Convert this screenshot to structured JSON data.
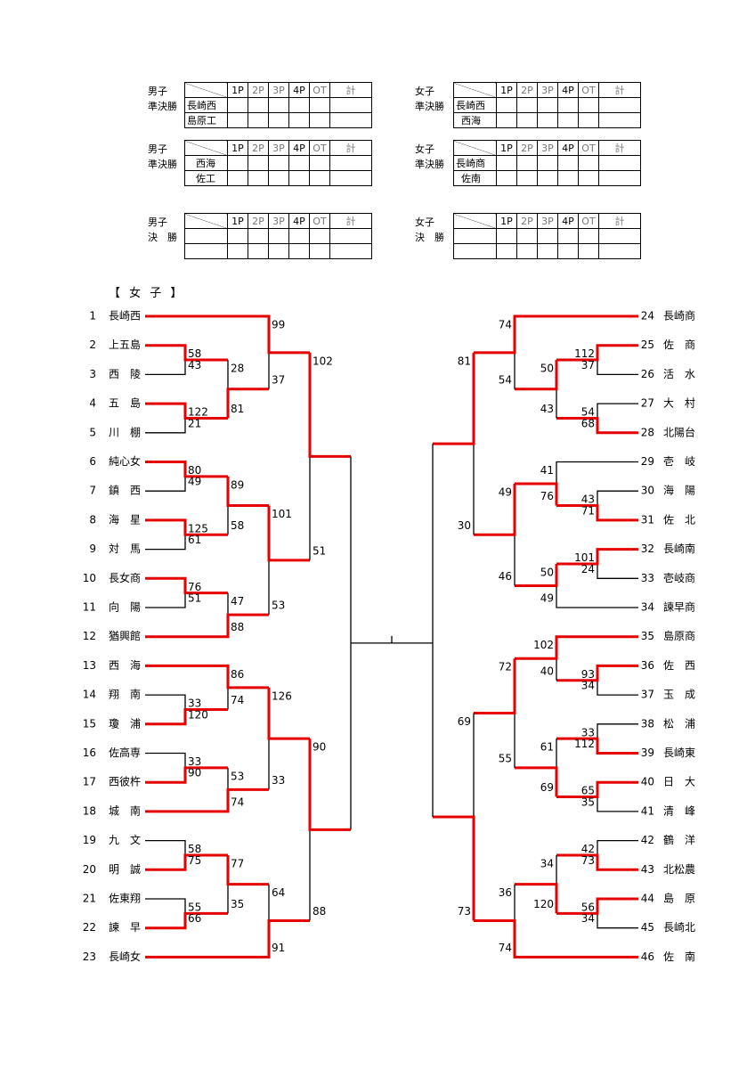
{
  "score_tables": [
    {
      "label_line1": "男子",
      "label_line2": "準決勝",
      "teams": [
        "長崎西",
        "島原工"
      ]
    },
    {
      "label_line1": "女子",
      "label_line2": "準決勝",
      "teams": [
        "長崎西",
        "西海"
      ]
    },
    {
      "label_line1": "男子",
      "label_line2": "準決勝",
      "teams": [
        "西海",
        "佐工"
      ]
    },
    {
      "label_line1": "女子",
      "label_line2": "準決勝",
      "teams": [
        "長崎商",
        "佐南"
      ]
    },
    {
      "label_line1": "男子",
      "label_line2": "決　勝",
      "teams": [
        "",
        ""
      ]
    },
    {
      "label_line1": "女子",
      "label_line2": "決　勝",
      "teams": [
        "",
        ""
      ]
    }
  ],
  "score_headers": [
    "1P",
    "2P",
    "3P",
    "4P",
    "OT",
    "計"
  ],
  "heading": "【 女 子 】",
  "colors": {
    "win": "#e60000",
    "lose": "#000000"
  },
  "left_teams": [
    {
      "no": "1",
      "name": "長崎西"
    },
    {
      "no": "2",
      "name": "上五島"
    },
    {
      "no": "3",
      "name": "西　陵"
    },
    {
      "no": "4",
      "name": "五　島"
    },
    {
      "no": "5",
      "name": "川　棚"
    },
    {
      "no": "6",
      "name": "純心女"
    },
    {
      "no": "7",
      "name": "鎮　西"
    },
    {
      "no": "8",
      "name": "海　星"
    },
    {
      "no": "9",
      "name": "対　馬"
    },
    {
      "no": "10",
      "name": "長女商"
    },
    {
      "no": "11",
      "name": "向　陽"
    },
    {
      "no": "12",
      "name": "猶興館"
    },
    {
      "no": "13",
      "name": "西　海"
    },
    {
      "no": "14",
      "name": "翔　南"
    },
    {
      "no": "15",
      "name": "瓊　浦"
    },
    {
      "no": "16",
      "name": "佐高専"
    },
    {
      "no": "17",
      "name": "西彼杵"
    },
    {
      "no": "18",
      "name": "城　南"
    },
    {
      "no": "19",
      "name": "九　文"
    },
    {
      "no": "20",
      "name": "明　誠"
    },
    {
      "no": "21",
      "name": "佐東翔"
    },
    {
      "no": "22",
      "name": "諫　早"
    },
    {
      "no": "23",
      "name": "長崎女"
    }
  ],
  "right_teams": [
    {
      "no": "24",
      "name": "長崎商"
    },
    {
      "no": "25",
      "name": "佐　商"
    },
    {
      "no": "26",
      "name": "活　水"
    },
    {
      "no": "27",
      "name": "大　村"
    },
    {
      "no": "28",
      "name": "北陽台"
    },
    {
      "no": "29",
      "name": "壱　岐"
    },
    {
      "no": "30",
      "name": "海　陽"
    },
    {
      "no": "31",
      "name": "佐　北"
    },
    {
      "no": "32",
      "name": "長崎南"
    },
    {
      "no": "33",
      "name": "壱岐商"
    },
    {
      "no": "34",
      "name": "諫早商"
    },
    {
      "no": "35",
      "name": "島原商"
    },
    {
      "no": "36",
      "name": "佐　西"
    },
    {
      "no": "37",
      "name": "玉　成"
    },
    {
      "no": "38",
      "name": "松　浦"
    },
    {
      "no": "39",
      "name": "長崎東"
    },
    {
      "no": "40",
      "name": "日　大"
    },
    {
      "no": "41",
      "name": "清　峰"
    },
    {
      "no": "42",
      "name": "鶴　洋"
    },
    {
      "no": "43",
      "name": "北松農"
    },
    {
      "no": "44",
      "name": "島　原"
    },
    {
      "no": "45",
      "name": "長崎北"
    },
    {
      "no": "46",
      "name": "佐　南"
    }
  ],
  "scores": {
    "l2_3": [
      "58",
      "43"
    ],
    "l4_5": [
      "122",
      "21"
    ],
    "l6_7": [
      "80",
      "49"
    ],
    "l8_9": [
      "125",
      "61"
    ],
    "l10_11": [
      "76",
      "51"
    ],
    "l14_15": [
      "33",
      "120"
    ],
    "l16_17": [
      "33",
      "90"
    ],
    "l19_20": [
      "58",
      "75"
    ],
    "l21_22": [
      "55",
      "66"
    ],
    "l2r": [
      "28",
      "81"
    ],
    "l3r_a": [
      "89",
      "58"
    ],
    "l3r_b": [
      "47",
      "88"
    ],
    "l3r_c": [
      "86",
      "74"
    ],
    "l3r_d": [
      "53",
      "74"
    ],
    "l3r_e": [
      "77",
      "35"
    ],
    "l4r_a": [
      "99",
      "37"
    ],
    "l4r_b": [
      "101",
      "53"
    ],
    "l4r_c": [
      "126",
      "33"
    ],
    "l4r_d": [
      "64",
      "91"
    ],
    "l5r_a": [
      "102",
      "51"
    ],
    "l5r_b": [
      "90",
      "88"
    ],
    "r25_26": [
      "112",
      "37"
    ],
    "r27_28": [
      "54",
      "68"
    ],
    "r30_31": [
      "43",
      "71"
    ],
    "r32_33": [
      "101",
      "24"
    ],
    "r36_37": [
      "93",
      "34"
    ],
    "r38_39": [
      "33",
      "112"
    ],
    "r40_41": [
      "65",
      "35"
    ],
    "r42_43": [
      "42",
      "73"
    ],
    "r44_45": [
      "56",
      "34"
    ],
    "r2r_a": [
      "50",
      "43"
    ],
    "r2r_b": [
      "41",
      "76"
    ],
    "r2r_c": [
      "50",
      "49"
    ],
    "r2r_d": [
      "102",
      "40"
    ],
    "r2r_e": [
      "61",
      "69"
    ],
    "r2r_f": [
      "34",
      "120"
    ],
    "r3r_a": [
      "74",
      "54"
    ],
    "r3r_b": [
      "49",
      "46"
    ],
    "r3r_c": [
      "72",
      "55"
    ],
    "r3r_d": [
      "36",
      "74"
    ],
    "r4r_a": [
      "81",
      "30"
    ],
    "r4r_b": [
      "69",
      "73"
    ]
  }
}
